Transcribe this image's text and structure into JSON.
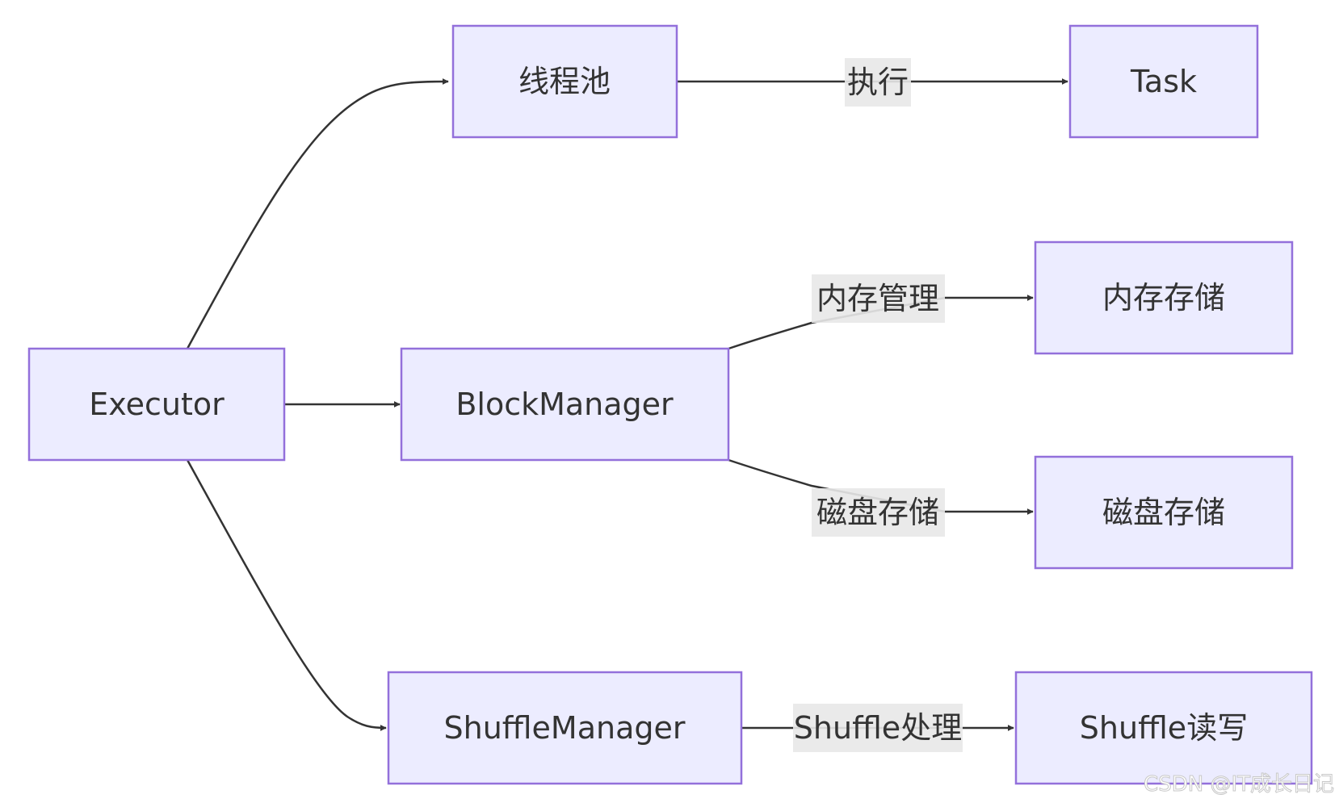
{
  "nodes": {
    "executor": "Executor",
    "threadpool": "线程池",
    "task": "Task",
    "blockmanager": "BlockManager",
    "memstore": "内存存储",
    "diskstore": "磁盘存储",
    "shufflemanager": "ShuffleManager",
    "shufflerw": "Shuffle读写"
  },
  "edges": {
    "execute": "执行",
    "memory_mgmt": "内存管理",
    "disk_storage": "磁盘存储",
    "shuffle_process": "Shuffle处理"
  },
  "watermark": "CSDN @IT成长日记",
  "colors": {
    "node_fill": "#ececff",
    "node_stroke": "#9370db",
    "edge": "#333333",
    "label_bg": "#e8e8e8"
  }
}
